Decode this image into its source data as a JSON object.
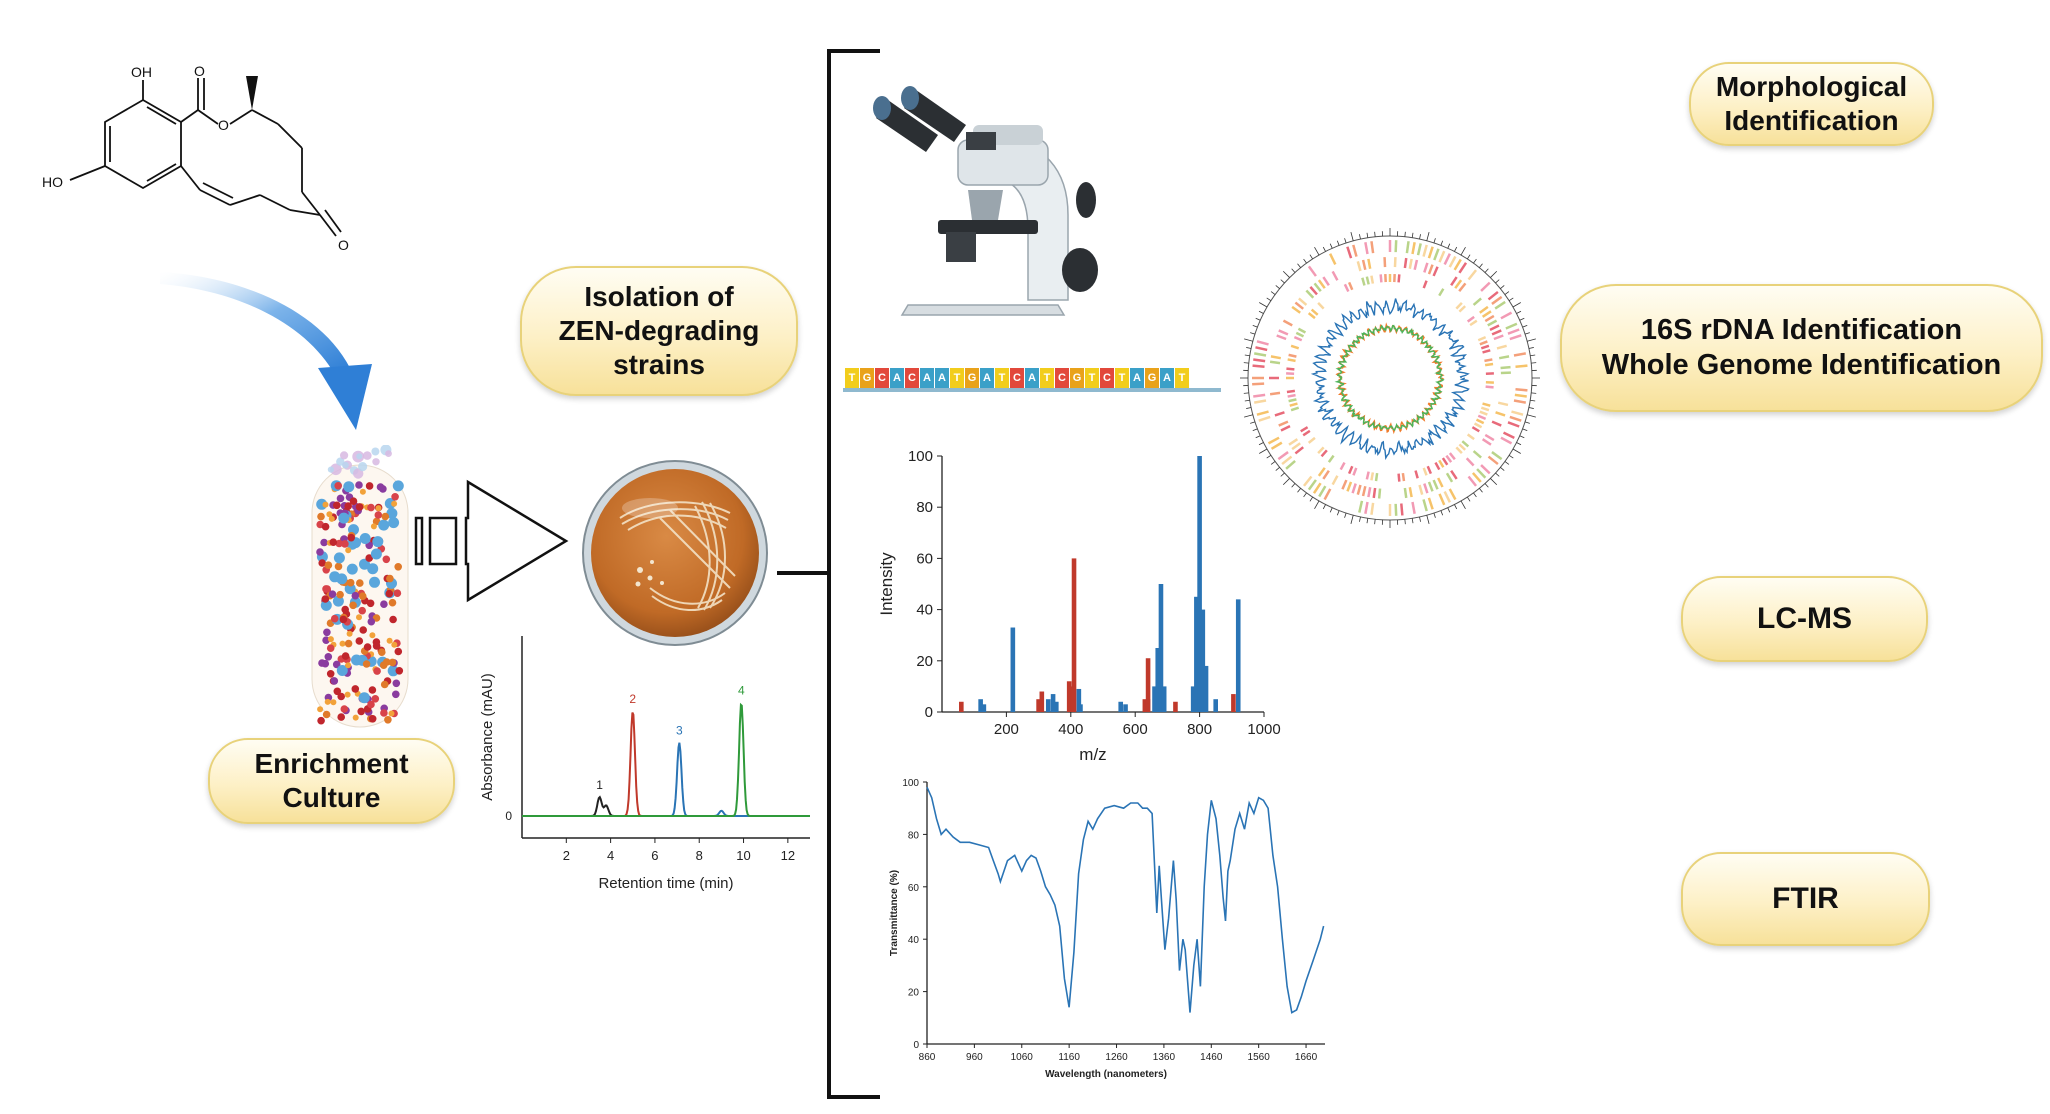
{
  "molecule": {
    "oh_top": "OH",
    "oh_bottom": "HO",
    "o_ester_carbonyl": "O",
    "o_ester": "O",
    "o_ketone": "O"
  },
  "steps": {
    "enrichment": [
      "Enrichment",
      "Culture"
    ],
    "isolation": [
      "Isolation of",
      "ZEN-degrading",
      "strains"
    ]
  },
  "methods": {
    "morphological": [
      "Morphological",
      "Identification"
    ],
    "genome": [
      "16S rDNA Identification",
      "Whole Genome Identification"
    ],
    "lcms": "LC-MS",
    "ftir": "FTIR"
  },
  "sequence": {
    "bases": [
      "T",
      "G",
      "C",
      "A",
      "C",
      "A",
      "A",
      "T",
      "G",
      "A",
      "T",
      "C",
      "A",
      "T",
      "C",
      "G",
      "T",
      "C",
      "T",
      "A",
      "G",
      "A",
      "T"
    ],
    "colors": {
      "A": "#3aa0c8",
      "C": "#e2483b",
      "G": "#e9a21a",
      "T": "#f2cd1c"
    }
  },
  "colors": {
    "pill_border": "#e8d27a",
    "arrow_blue": "#2f7fd6",
    "series_blue": "#2a74b5",
    "series_red": "#c0392b",
    "series_green": "#2f9a3a",
    "series_black": "#222222",
    "series_orange": "#f07a2a",
    "series_green_ring": "#4cb45a"
  },
  "chart_data": [
    {
      "type": "line",
      "xlabel": "Retention time (min)",
      "ylabel": "Absorbance (mAU)",
      "xlim": [
        0,
        13
      ],
      "xticks": [
        2,
        4,
        6,
        8,
        10,
        12
      ],
      "yticks": [
        0
      ],
      "series": [
        {
          "label": "1",
          "color": "#222222",
          "peaks": [
            {
              "x": 3.5,
              "h": 18
            },
            {
              "x": 3.8,
              "h": 10
            }
          ]
        },
        {
          "label": "2",
          "color": "#c0392b",
          "peaks": [
            {
              "x": 5.0,
              "h": 100
            }
          ]
        },
        {
          "label": "3",
          "color": "#2a74b5",
          "peaks": [
            {
              "x": 7.1,
              "h": 70
            },
            {
              "x": 9.0,
              "h": 5
            }
          ]
        },
        {
          "label": "4",
          "color": "#2f9a3a",
          "peaks": [
            {
              "x": 9.9,
              "h": 108
            }
          ]
        }
      ]
    },
    {
      "type": "bar",
      "xlabel": "m/z",
      "ylabel": "Intensity",
      "xlim": [
        0,
        1000
      ],
      "ylim": [
        0,
        100
      ],
      "xticks": [
        200,
        400,
        600,
        800,
        1000
      ],
      "yticks": [
        0,
        20,
        40,
        60,
        80,
        100
      ],
      "series": [
        {
          "color": "#2a74b5",
          "points": [
            [
              120,
              5
            ],
            [
              130,
              3
            ],
            [
              220,
              33
            ],
            [
              330,
              5
            ],
            [
              345,
              7
            ],
            [
              355,
              4
            ],
            [
              425,
              9
            ],
            [
              430,
              3
            ],
            [
              555,
              4
            ],
            [
              570,
              3
            ],
            [
              640,
              5
            ],
            [
              660,
              10
            ],
            [
              670,
              25
            ],
            [
              680,
              50
            ],
            [
              690,
              10
            ],
            [
              780,
              10
            ],
            [
              790,
              45
            ],
            [
              800,
              100
            ],
            [
              810,
              40
            ],
            [
              820,
              18
            ],
            [
              850,
              5
            ],
            [
              920,
              44
            ]
          ]
        },
        {
          "color": "#c0392b",
          "points": [
            [
              60,
              4
            ],
            [
              300,
              5
            ],
            [
              310,
              8
            ],
            [
              395,
              12
            ],
            [
              405,
              10
            ],
            [
              410,
              60
            ],
            [
              630,
              5
            ],
            [
              640,
              21
            ],
            [
              725,
              4
            ],
            [
              905,
              7
            ]
          ]
        }
      ]
    },
    {
      "type": "line",
      "xlabel": "Wavelength (nanometers)",
      "ylabel": "Transmittance (%)",
      "xlim": [
        860,
        1700
      ],
      "ylim": [
        0,
        100
      ],
      "xticks": [
        860,
        960,
        1060,
        1160,
        1260,
        1360,
        1460,
        1560,
        1660
      ],
      "yticks": [
        0,
        20,
        40,
        60,
        80,
        100
      ],
      "series": [
        {
          "color": "#2a74b5",
          "points": [
            [
              860,
              98
            ],
            [
              870,
              94
            ],
            [
              880,
              86
            ],
            [
              890,
              80
            ],
            [
              900,
              82
            ],
            [
              915,
              79
            ],
            [
              930,
              77
            ],
            [
              950,
              77
            ],
            [
              970,
              76
            ],
            [
              990,
              75
            ],
            [
              1000,
              70
            ],
            [
              1010,
              65
            ],
            [
              1015,
              62
            ],
            [
              1030,
              70
            ],
            [
              1045,
              72
            ],
            [
              1060,
              66
            ],
            [
              1070,
              70
            ],
            [
              1080,
              72
            ],
            [
              1090,
              71
            ],
            [
              1100,
              66
            ],
            [
              1110,
              60
            ],
            [
              1120,
              57
            ],
            [
              1130,
              53
            ],
            [
              1140,
              45
            ],
            [
              1150,
              25
            ],
            [
              1160,
              14
            ],
            [
              1170,
              35
            ],
            [
              1180,
              65
            ],
            [
              1190,
              78
            ],
            [
              1200,
              85
            ],
            [
              1210,
              82
            ],
            [
              1220,
              86
            ],
            [
              1235,
              90
            ],
            [
              1255,
              91
            ],
            [
              1275,
              90
            ],
            [
              1290,
              92
            ],
            [
              1305,
              92
            ],
            [
              1315,
              90
            ],
            [
              1325,
              90
            ],
            [
              1335,
              88
            ],
            [
              1345,
              50
            ],
            [
              1350,
              68
            ],
            [
              1356,
              52
            ],
            [
              1362,
              36
            ],
            [
              1370,
              48
            ],
            [
              1380,
              70
            ],
            [
              1386,
              55
            ],
            [
              1393,
              28
            ],
            [
              1400,
              40
            ],
            [
              1405,
              36
            ],
            [
              1415,
              12
            ],
            [
              1423,
              30
            ],
            [
              1430,
              40
            ],
            [
              1437,
              22
            ],
            [
              1445,
              60
            ],
            [
              1452,
              80
            ],
            [
              1460,
              93
            ],
            [
              1470,
              86
            ],
            [
              1478,
              72
            ],
            [
              1485,
              56
            ],
            [
              1490,
              47
            ],
            [
              1495,
              66
            ],
            [
              1500,
              70
            ],
            [
              1510,
              82
            ],
            [
              1520,
              88
            ],
            [
              1530,
              82
            ],
            [
              1540,
              92
            ],
            [
              1550,
              88
            ],
            [
              1560,
              94
            ],
            [
              1570,
              93
            ],
            [
              1580,
              90
            ],
            [
              1590,
              72
            ],
            [
              1600,
              60
            ],
            [
              1610,
              40
            ],
            [
              1620,
              22
            ],
            [
              1630,
              12
            ],
            [
              1640,
              13
            ],
            [
              1650,
              18
            ],
            [
              1660,
              24
            ],
            [
              1675,
              32
            ],
            [
              1690,
              40
            ],
            [
              1697,
              45
            ]
          ]
        }
      ]
    }
  ]
}
